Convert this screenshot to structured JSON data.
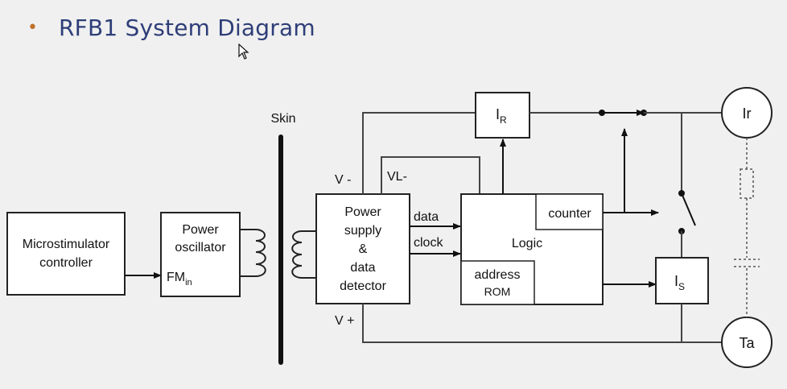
{
  "slide": {
    "bullet": "•",
    "title": "RFB1 System Diagram"
  },
  "diagram": {
    "skin_label": "Skin",
    "microstimulator": [
      "Microstimulator",
      "controller"
    ],
    "power_oscillator": [
      "Power",
      "oscillator"
    ],
    "fm_main": "FM",
    "fm_sub": "in",
    "power_supply": [
      "Power",
      "supply",
      "&",
      "data",
      "detector"
    ],
    "v_minus": "V -",
    "v_plus": "V +",
    "vl_minus": "VL-",
    "data_label": "data",
    "clock_label": "clock",
    "logic_label": "Logic",
    "counter_label": "counter",
    "address_label": "address",
    "rom_label": "ROM",
    "ir_box_main": "I",
    "ir_box_sub": "R",
    "is_box_main": "I",
    "is_box_sub": "S",
    "ir_electrode": "Ir",
    "ta_electrode": "Ta"
  }
}
